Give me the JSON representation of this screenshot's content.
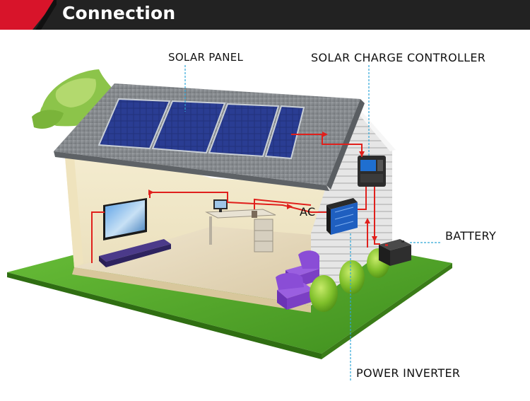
{
  "header": {
    "title": "Connection"
  },
  "labels": {
    "solar_panel": "SOLAR PANEL",
    "charge_controller": "SOLAR CHARGE CONTROLLER",
    "ac": "AC",
    "battery": "BATTERY",
    "power_inverter": "POWER INVERTER"
  },
  "colors": {
    "header_bg": "#222222",
    "header_accent": "#d8142a",
    "wire": "#e0201c",
    "leader": "#2fa7d8",
    "grass": "#5cae2c",
    "roof": "#8a8e92",
    "panel": "#1f2f7a",
    "sofa": "#7b3fc4"
  }
}
